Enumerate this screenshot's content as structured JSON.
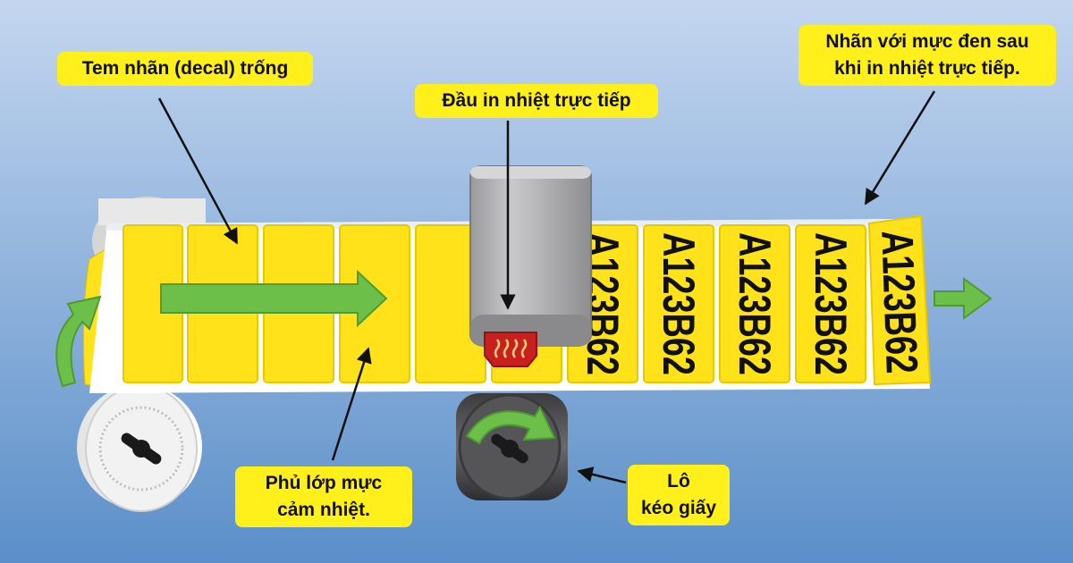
{
  "callouts": {
    "blank_label": "Tem nhãn (decal) trống",
    "print_head": "Đầu in nhiệt trực tiếp",
    "printed_label_line1": "Nhãn với mực đen sau",
    "printed_label_line2": "khi in nhiệt trực tiếp.",
    "coating_line1": "Phủ lớp mực",
    "coating_line2": "cảm nhiệt.",
    "roller_line1": "Lô",
    "roller_line2": "kéo giấy"
  },
  "label_code": "A123B62",
  "colors": {
    "label_yellow": "#ffe21a",
    "callout_yellow": "#ffef1a",
    "arrow_green": "#6cc04a",
    "heater_red": "#c8201e",
    "bg_top": "#c4d6ef",
    "bg_bottom": "#5b8fc9"
  }
}
